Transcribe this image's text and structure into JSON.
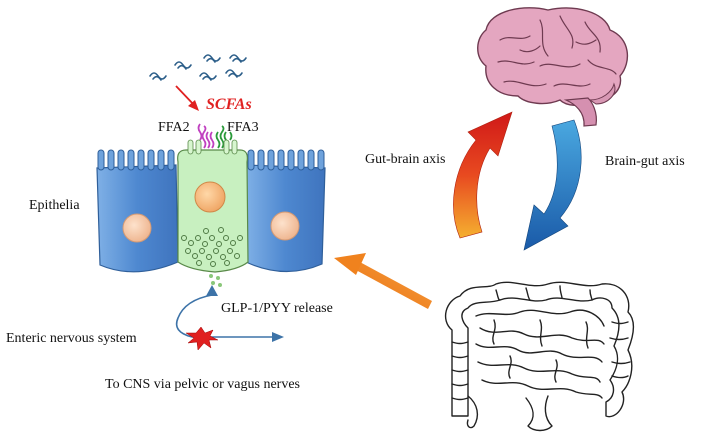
{
  "labels": {
    "scfas": "SCFAs",
    "ffa2": "FFA2",
    "ffa3": "FFA3",
    "epithelia": "Epithelia",
    "gut_brain_axis": "Gut-brain axis",
    "brain_gut_axis": "Brain-gut  axis",
    "glp1_pyy_release": "GLP-1/PYY release",
    "enteric_nervous_system": "Enteric nervous system",
    "to_cns": "To CNS via pelvic or vagus nerves"
  },
  "colors": {
    "scfa_text": "#e02020",
    "epithelial_cell": "#4a86d0",
    "enteroendocrine_cell": "#c8f0c0",
    "nucleus": "#f6c6a4",
    "brain": "#e4a6c0",
    "gut_brain_arrow": "#e03020",
    "brain_gut_arrow": "#1c66b4",
    "orange_arrow": "#f0821e",
    "ffa2_receptor": "#c040c0",
    "ffa3_receptor": "#2a9a3a",
    "nerve_spark": "#e02020"
  },
  "icons": [
    "bacteria-icon",
    "brain-icon",
    "intestine-icon",
    "nerve-signal-icon"
  ]
}
